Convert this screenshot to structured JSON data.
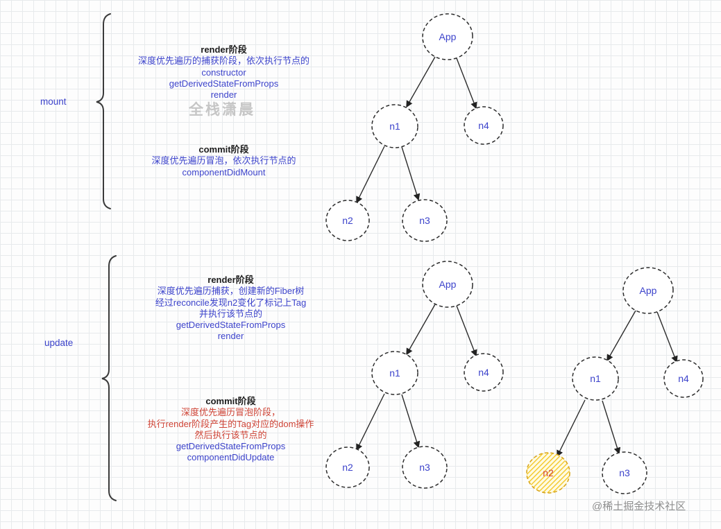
{
  "sections": {
    "mount": {
      "label": "mount",
      "render": {
        "title": "render阶段",
        "lines": [
          "深度优先遍历的捕获阶段，依次执行节点的",
          "constructor",
          "getDerivedStateFromProps",
          "render"
        ]
      },
      "commit": {
        "title": "commit阶段",
        "lines": [
          "深度优先遍历冒泡，依次执行节点的",
          "componentDidMount"
        ]
      }
    },
    "update": {
      "label": "update",
      "render": {
        "title": "render阶段",
        "lines": [
          "深度优先遍历捕获，创建新的Fiber树",
          "经过reconcile发现n2变化了标记上Tag",
          "并执行该节点的",
          "getDerivedStateFromProps",
          "render"
        ]
      },
      "commit": {
        "title": "commit阶段",
        "red_lines": [
          "深度优先遍历冒泡阶段，",
          "执行render阶段产生的Tag对应的dom操作",
          "然后执行该节点的"
        ],
        "blue_lines": [
          "getDerivedStateFromProps",
          "componentDidUpdate"
        ]
      }
    }
  },
  "nodes": {
    "app": "App",
    "n1": "n1",
    "n2": "n2",
    "n3": "n3",
    "n4": "n4"
  },
  "watermarks": {
    "center": "全栈潇晨",
    "footer": "@稀土掘金技术社区"
  },
  "colors": {
    "blue": "#3c43cb",
    "red": "#cf4436",
    "black": "#1c1c1c",
    "highlight_yellow": "#f2c41d",
    "node_stroke": "#2b2b2b"
  }
}
